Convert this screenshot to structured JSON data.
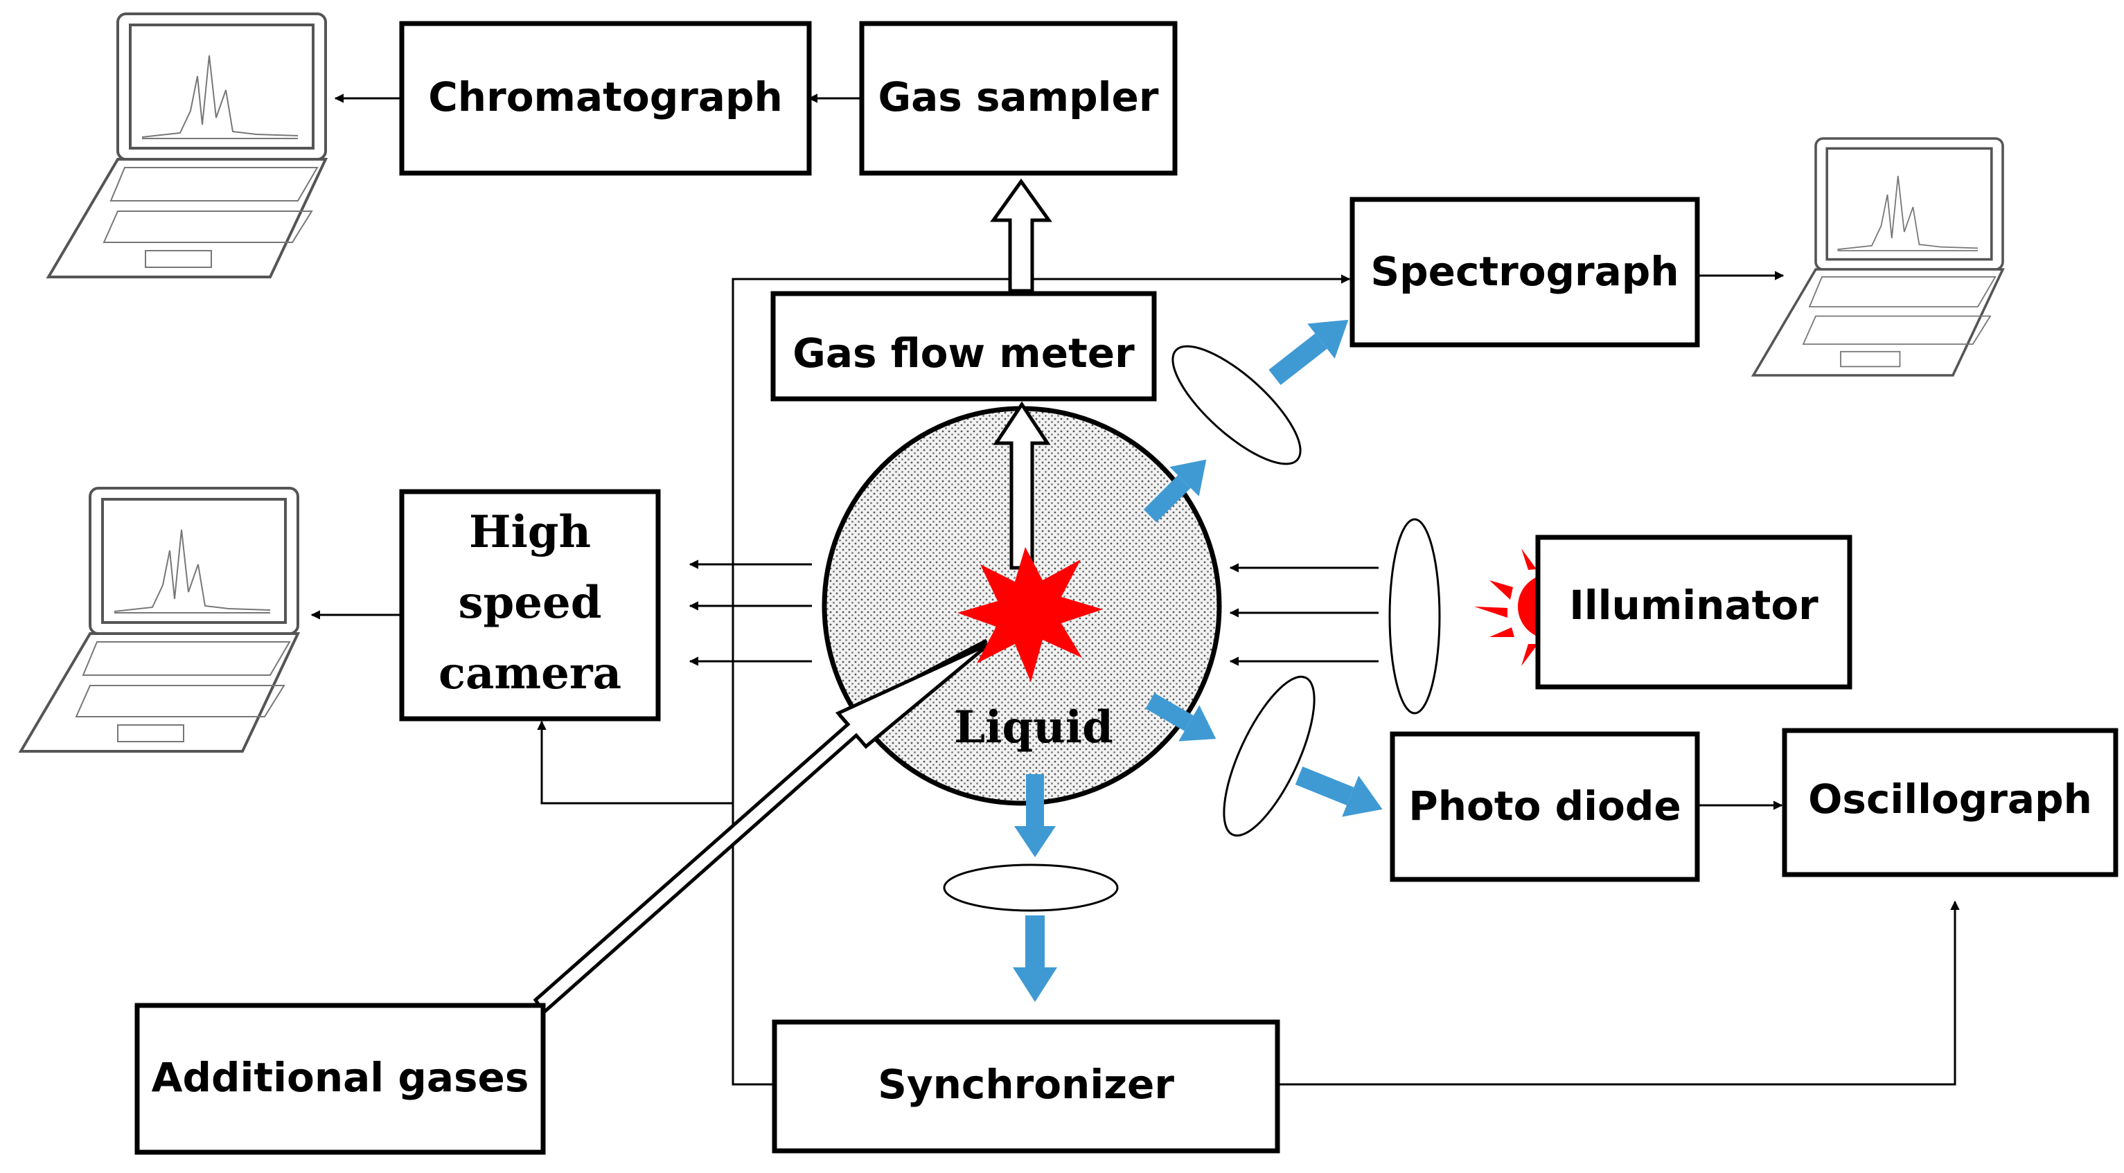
{
  "labels": {
    "chromatograph": "Chromatograph",
    "gas_sampler": "Gas sampler",
    "spectrograph": "Spectrograph",
    "gas_flow_meter": "Gas flow meter",
    "high_speed_camera_line1": "High",
    "high_speed_camera_line2": "speed",
    "high_speed_camera_line3": "camera",
    "illuminator": "Illuminator",
    "liquid": "Liquid",
    "photo_diode": "Photo diode",
    "oscillograph": "Oscillograph",
    "additional_gases": "Additional gases",
    "synchronizer": "Synchronizer"
  },
  "colors": {
    "optical_arrow": "#3f9ad4",
    "spark": "#ff0000",
    "box_stroke": "#000000"
  },
  "icons": [
    "laptop-icon",
    "laptop-icon",
    "laptop-icon",
    "spark-icon",
    "sun-icon",
    "lens-icon"
  ]
}
